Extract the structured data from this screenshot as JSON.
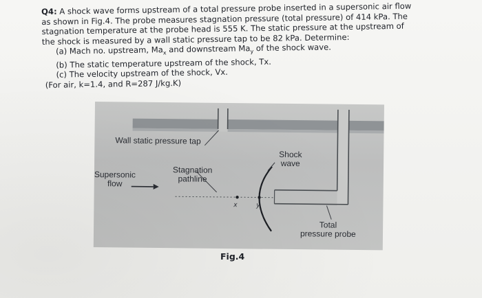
{
  "question": {
    "label": "Q4:",
    "lines": [
      "A shock wave forms upstream of a total pressure probe inserted in a supersonic air flow",
      "as shown in Fig.4. The probe measures stagnation pressure (total pressure) of 414 kPa. The",
      "stagnation temperature at the probe head is 555 K. The static pressure at the upstream of",
      "the shock is measured by a wall static pressure tap to be 82 kPa. Determine:"
    ],
    "parts": [
      "(a) Mach no. upstream, Ma",
      "(b) The static temperature upstream of the shock, Tx.",
      "(c) The velocity upstream of the shock, Vx."
    ],
    "part_a_sub_x": "x",
    "part_a_mid": " and downstream Ma",
    "part_a_sub_y": "y",
    "part_a_end": " of the shock wave.",
    "constants": "(For air, k=1.4, and R=287 J/kg.K)"
  },
  "figure": {
    "wall_tap_label": "Wall static pressure tap",
    "shock_label_1": "Shock",
    "shock_label_2": "wave",
    "supersonic_label_1": "Supersonic",
    "supersonic_label_2": "flow",
    "stagnation_label_1": "Stagnation",
    "stagnation_label_2": "pathline",
    "point_x": "x",
    "point_y": "y",
    "total_label_1": "Total",
    "total_label_2": "pressure probe",
    "caption": "Fig.4"
  }
}
